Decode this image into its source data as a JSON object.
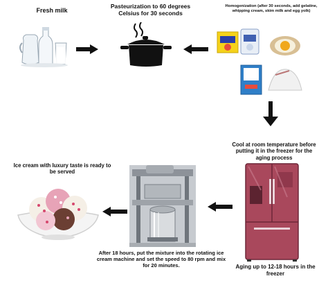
{
  "steps": {
    "fresh_milk": "Fresh milk",
    "pasteurization": "Pasteurization to 60 degrees Celsius for 30 seconds",
    "homogenization": "Homogenization (after 30 seconds, add gelatine, whipping cream, skim milk and egg yolk)",
    "cooling": "Cool at room temperature before putting it in the freezer for the aging process",
    "aging": "Aging up to 12-18 hours in the freezer",
    "churning": "After 18 hours, put the mixture into the rotating ice cream machine and set the speed to 80 rpm and mix for 20 minutes.",
    "serving": "Ice cream with luxury taste is ready to be served"
  },
  "colors": {
    "fridge": "#a9485c",
    "pot": "#111111",
    "arrow": "#111111",
    "milk_bottle": "#dfe9f1",
    "machine": "#8d9299",
    "bowl": "#f4f4f4",
    "ice_cream_pink": "#e7a3b7",
    "ice_cream_chocolate": "#6b3f33",
    "egg_yolk": "#f0a81d"
  },
  "icons": [
    "milk-bottles",
    "cooking-pot",
    "ingredients",
    "refrigerator",
    "ice-cream-machine",
    "ice-cream-bowl"
  ]
}
